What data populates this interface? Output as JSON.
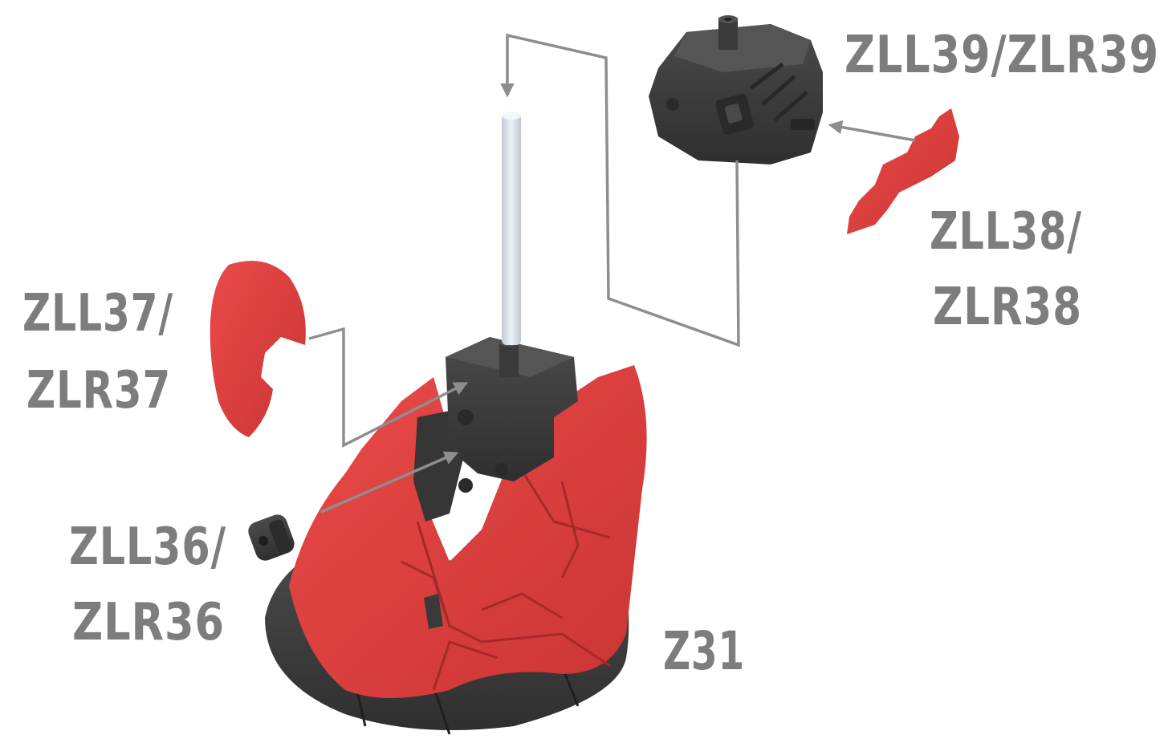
{
  "labels": {
    "zll39": "ZLL39/ZLR39",
    "zll38_line1": "ZLL38/",
    "zll38_line2": "ZLR38",
    "zll37_line1": "ZLL37/",
    "zll37_line2": "ZLR37",
    "zll36_line1": "ZLL36/",
    "zll36_line2": "ZLR36",
    "z31": "Z31"
  },
  "colors": {
    "red": "#e0403f",
    "red_dark": "#c5302f",
    "dark_gray": "#3f3f3f",
    "arrow_gray": "#8e8e8e",
    "label_gray": "#7d7d7d",
    "pin": "#d6dbe6"
  }
}
